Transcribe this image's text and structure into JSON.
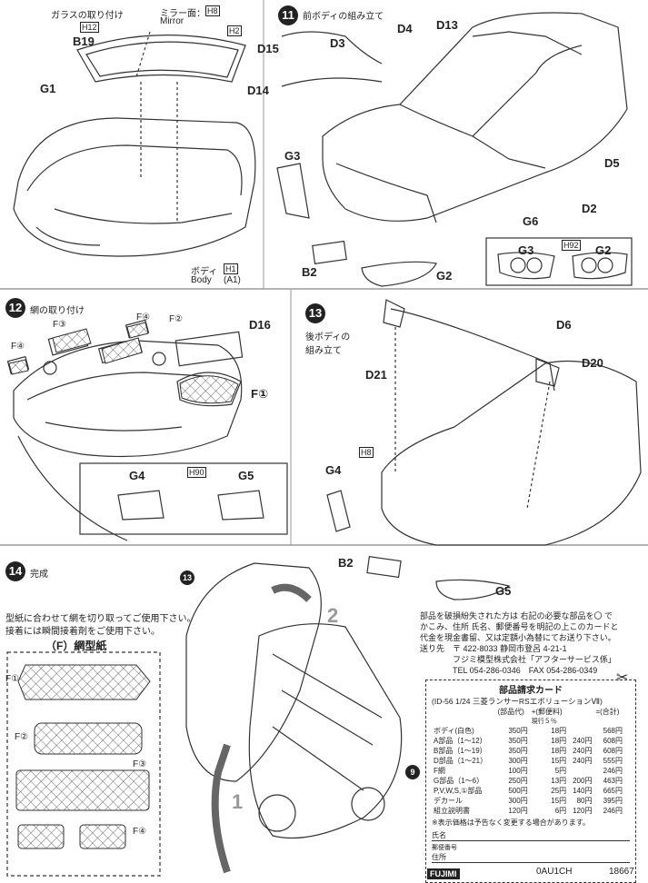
{
  "step11": {
    "num": "11",
    "title": "前ボディの組み立て"
  },
  "step12": {
    "num": "12",
    "title": "網の取り付け"
  },
  "step13": {
    "num": "13",
    "title": "後ボディの\n組み立て"
  },
  "step14": {
    "num": "14",
    "title": "完成"
  },
  "top_left": {
    "glass_title": "ガラスの取り付け",
    "mirror_jp": "ミラー面：",
    "mirror_en": "Mirror",
    "body_jp": "ボディ",
    "body_en": "Body"
  },
  "part_labels": [
    "B19",
    "G1",
    "D15",
    "D14",
    "D3",
    "D4",
    "D13",
    "G3",
    "B2",
    "G2",
    "D5",
    "D2",
    "G6",
    "D16",
    "D6",
    "D21",
    "D20",
    "G4",
    "G5",
    "F①",
    "F②",
    "F③",
    "F④"
  ],
  "colors": [
    "H8",
    "H12",
    "H2",
    "H1",
    "H92",
    "H90",
    "(A1)"
  ],
  "callouts": [
    "13",
    "9",
    "1",
    "2"
  ],
  "mesh_sheet": {
    "note1": "型紙に合わせて網を切り取ってご使用下さい。",
    "note2": "接着には瞬間接着剤をご使用下さい。",
    "title": "（F）網型紙",
    "labels": [
      "F①",
      "F②",
      "F③",
      "F④"
    ]
  },
  "service_text": {
    "line1": "部品を破損紛失された方は 右記の必要な部品を〇 で",
    "line2": "かこみ、住所 氏名、郵便番号を明記の上このカードと",
    "line3": "代金を現金書留、又は定額小為替にてお送り下さい。",
    "addr_label": "送り先",
    "addr": "〒 422-8033 静岡市登呂 4-21-1",
    "company": "フジミ模型株式会社「アフターサービス係」",
    "tel": "TEL 054-286-0346",
    "fax": "FAX 054-286-0349"
  },
  "order_card": {
    "title": "部品請求カード",
    "subtitle": "(ID-56 1/24 三菱ランサーRSエボリューションⅦ)",
    "header": [
      "",
      "(部品代)",
      "+(郵便料)",
      "=(合計)"
    ],
    "header2": "現行５％",
    "rows": [
      [
        "ボディ(白色)",
        "350円",
        "18円",
        "",
        "568円"
      ],
      [
        "A部品（1～12）",
        "350円",
        "18円",
        "240円",
        "608円"
      ],
      [
        "B部品（1～19）",
        "350円",
        "18円",
        "240円",
        "608円"
      ],
      [
        "D部品（1～21）",
        "300円",
        "15円",
        "240円",
        "555円"
      ],
      [
        "F網",
        "100円",
        "5円",
        "",
        "246円"
      ],
      [
        "G部品（1～6）",
        "250円",
        "13円",
        "200円",
        "463円"
      ],
      [
        "P,V,W,S,①部品",
        "500円",
        "25円",
        "140円",
        "665円"
      ],
      [
        "デカール",
        "300円",
        "15円",
        "80円",
        "395円"
      ],
      [
        "組立説明書",
        "120円",
        "6円",
        "120円",
        "246円"
      ]
    ],
    "note": "※表示価格は予告なく変更する場合があります。",
    "name_label": "氏名",
    "postal_label": "郵便番号",
    "addr_label": "住所"
  },
  "footer": {
    "brand": "FUJIMI",
    "code": "0AU1CH",
    "num": "18667"
  }
}
